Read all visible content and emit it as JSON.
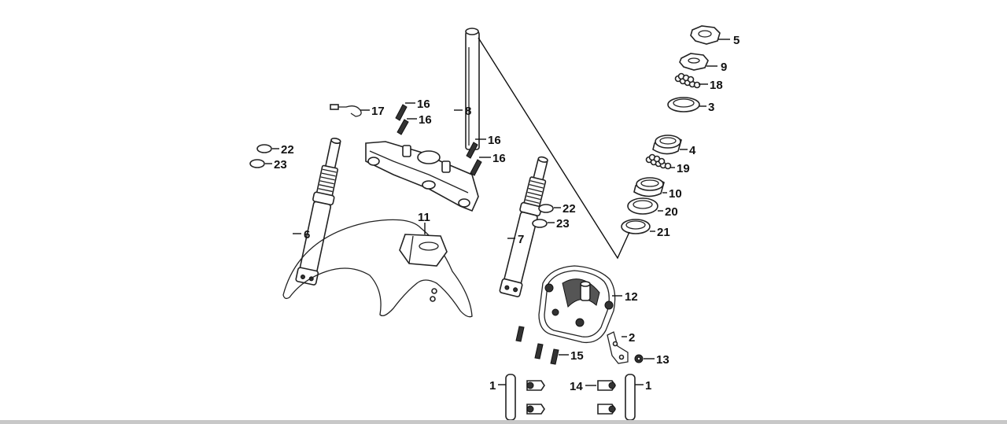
{
  "callouts": {
    "c5": "5",
    "c9": "9",
    "c18": "18",
    "c3": "3",
    "c4": "4",
    "c19": "19",
    "c10": "10",
    "c20": "20",
    "c21": "21",
    "c8": "8",
    "c16a": "16",
    "c16b": "16",
    "c16c": "16",
    "c16d": "16",
    "c17": "17",
    "c22a": "22",
    "c23a": "23",
    "c22b": "22",
    "c23b": "23",
    "c6": "6",
    "c7": "7",
    "c11": "11",
    "c12": "12",
    "c2": "2",
    "c15": "15",
    "c13": "13",
    "c1a": "1",
    "c14": "14",
    "c1b": "1"
  }
}
